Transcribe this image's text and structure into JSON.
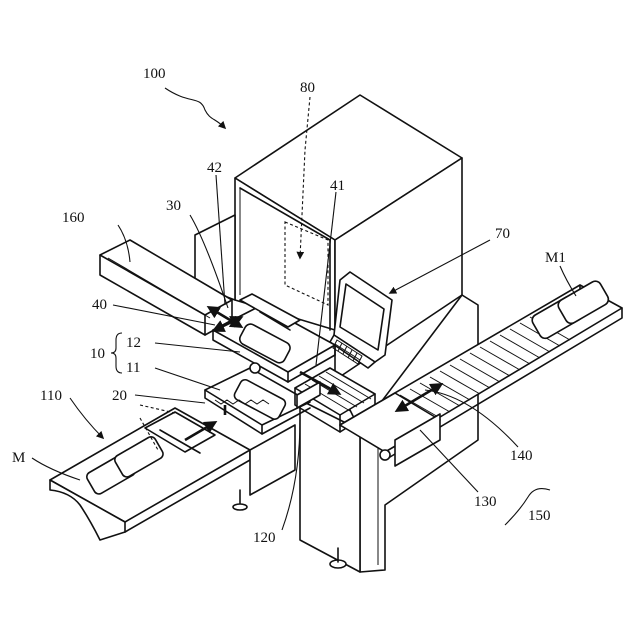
{
  "labels": {
    "l100": "100",
    "l80": "80",
    "l42": "42",
    "l41": "41",
    "l30": "30",
    "l160": "160",
    "l70": "70",
    "lM1": "M1",
    "l40": "40",
    "l10": "10",
    "l12": "12",
    "l11": "11",
    "l110": "110",
    "l20": "20",
    "lM": "M",
    "l140": "140",
    "l130": "130",
    "l150": "150",
    "l120": "120"
  }
}
